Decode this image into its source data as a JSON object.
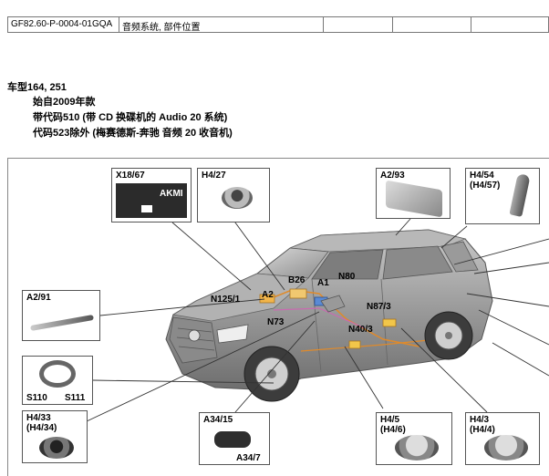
{
  "header": {
    "doc_id": "GF82.60-P-0004-01GQA",
    "doc_title": "音频系统, 部件位置"
  },
  "intro": {
    "line1": "车型164, 251",
    "line2": "始自2009年款",
    "line3": "带代码510 (带 CD 换碟机的 Audio 20 系统)",
    "line4": "代码523除外 (梅赛德斯-奔驰 音频 20 收音机)"
  },
  "components": {
    "x18_67": "X18/67",
    "akmi": "AKMI",
    "h4_27": "H4/27",
    "a2_93": "A2/93",
    "h4_54": "H4/54",
    "h4_57": "(H4/57)",
    "a2_91": "A2/91",
    "s110": "S110",
    "s111": "S111",
    "h4_33": "H4/33",
    "h4_34": "(H4/34)",
    "a34_15": "A34/15",
    "a34_7": "A34/7",
    "h4_5": "H4/5",
    "h4_6": "(H4/6)",
    "h4_3": "H4/3",
    "h4_4": "(H4/4)"
  },
  "car_labels": {
    "b26": "B26",
    "n80": "N80",
    "a2": "A2",
    "a1": "A1",
    "n125_1": "N125/1",
    "n87_3": "N87/3",
    "n73": "N73",
    "n40_3": "N40/3"
  }
}
